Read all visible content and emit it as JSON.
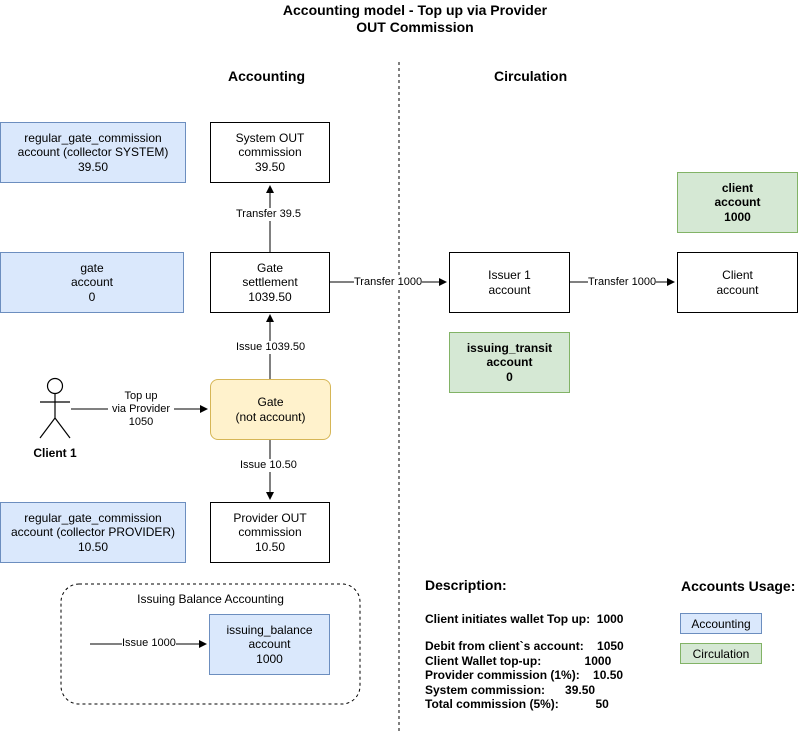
{
  "title": {
    "line1": "Accounting model - Top up via Provider",
    "line2": "OUT Commission"
  },
  "sections": {
    "accounting": "Accounting",
    "circulation": "Circulation"
  },
  "boxes": {
    "regular_gate_commission_system": [
      "regular_gate_commission",
      "account (collector SYSTEM)",
      "39.50"
    ],
    "system_out_commission": [
      "System OUT",
      "commission",
      "39.50"
    ],
    "gate_account": [
      "gate",
      "account",
      "0"
    ],
    "gate_settlement": [
      "Gate",
      "settlement",
      "1039.50"
    ],
    "issuer_account": [
      "Issuer 1",
      "account"
    ],
    "client_account_green": [
      "client",
      "account",
      "1000"
    ],
    "client_account": [
      "Client",
      "account"
    ],
    "issuing_transit": [
      "issuing_transit",
      "account",
      "0"
    ],
    "gate": [
      "Gate",
      "(not account)"
    ],
    "regular_gate_commission_provider": [
      "regular_gate_commission",
      "account (collector PROVIDER)",
      "10.50"
    ],
    "provider_out_commission": [
      "Provider OUT",
      "commission",
      "10.50"
    ],
    "issuing_balance": [
      "issuing_balance",
      "account",
      "1000"
    ]
  },
  "actor": {
    "label": "Client 1"
  },
  "edges": {
    "transfer_39_5": "Transfer 39.5",
    "transfer_1000_a": "Transfer 1000",
    "transfer_1000_b": "Transfer 1000",
    "issue_1039_50": "Issue 1039.50",
    "top_up": [
      "Top up",
      "via Provider",
      "1050"
    ],
    "issue_10_50": "Issue 10.50",
    "issue_1000": "Issue 1000"
  },
  "group": {
    "label": "Issuing Balance Accounting"
  },
  "description": {
    "heading": "Description:",
    "line1": "Client initiates wallet Top up:  1000",
    "line2": "Debit from client`s account:    1050",
    "line3": "Client Wallet top-up:             1000",
    "line4": "Provider commission (1%):    10.50",
    "line5": "System commission:      39.50",
    "line6": "Total commission (5%):           50"
  },
  "legend": {
    "heading": "Accounts Usage:",
    "accounting": "Accounting",
    "circulation": "Circulation"
  },
  "colors": {
    "accounting_fill": "#dae8fc",
    "accounting_stroke": "#6c8ebf",
    "circulation_fill": "#d5e8d4",
    "circulation_stroke": "#82b366",
    "gate_fill": "#fff2cc",
    "gate_stroke": "#d6b656"
  }
}
